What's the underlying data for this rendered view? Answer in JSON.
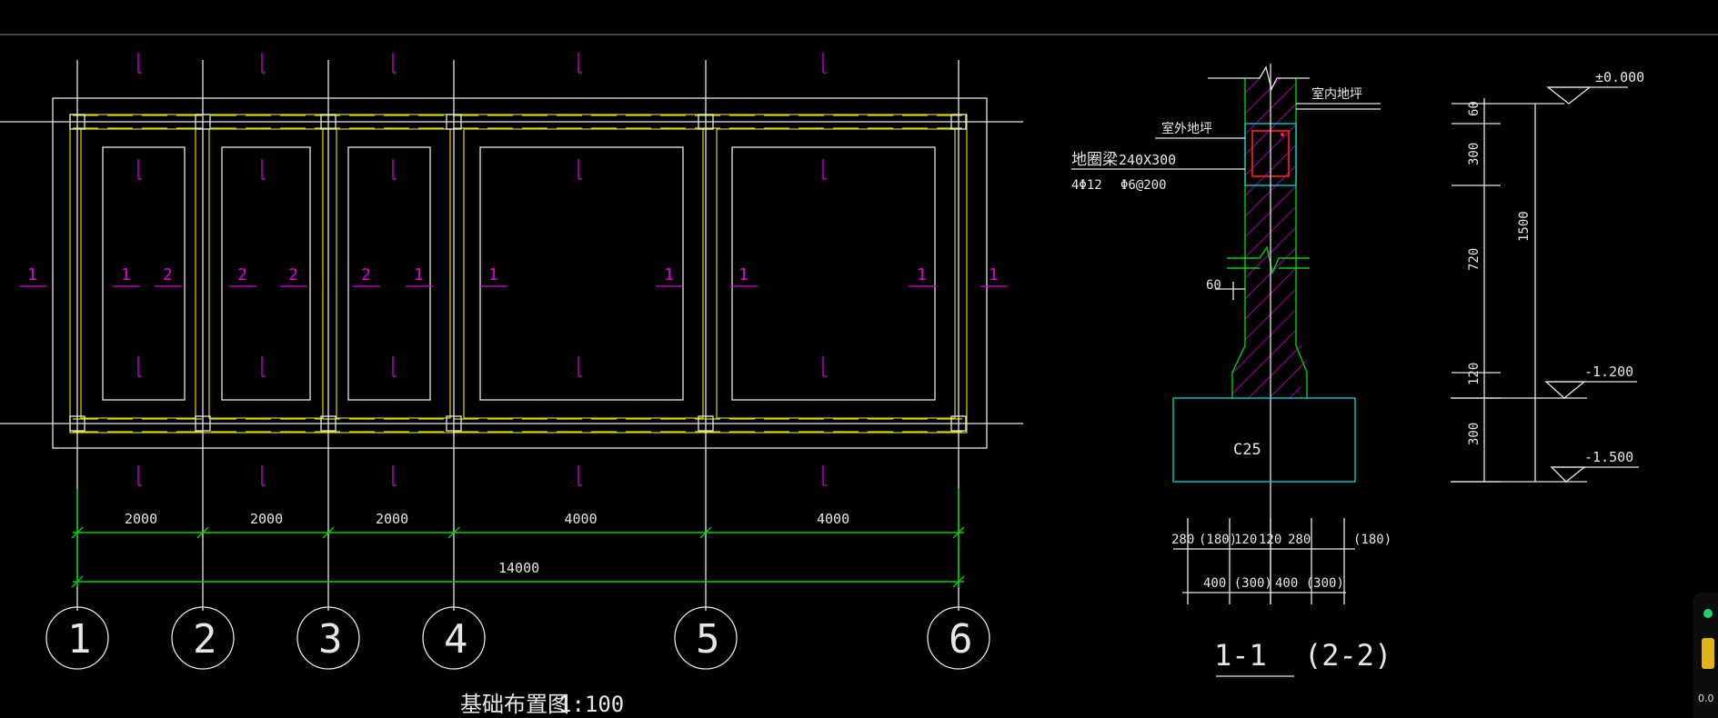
{
  "plan": {
    "title": "基础布置图",
    "scale": "1:100",
    "dims": [
      "2000",
      "2000",
      "2000",
      "4000",
      "4000"
    ],
    "total": "14000",
    "axes": [
      "1",
      "2",
      "3",
      "4",
      "5",
      "6"
    ],
    "sec1": "1",
    "sec2": "2"
  },
  "section": {
    "indoor": "室内地坪",
    "outdoor": "室外地坪",
    "beam_name": "地圈梁",
    "beam_size": "240X300",
    "beam_bars": "4Φ12",
    "beam_stirrup": "Φ6@200",
    "step": "60",
    "concrete": "C25",
    "widths": [
      "280",
      "(180)",
      "120",
      "120",
      "280",
      "(180)"
    ],
    "half_widths": [
      "400 (300)",
      "400 (300)"
    ],
    "label_a": "1-1",
    "label_b": "(2-2)"
  },
  "elevation": {
    "levels": [
      "±0.000",
      "-1.200",
      "-1.500"
    ],
    "segments": [
      "60",
      "300",
      "720",
      "120",
      "300"
    ],
    "total": "1500"
  },
  "colors": {
    "background": "#000000",
    "white": "#e6e6e6",
    "yellow": "#d8d800",
    "green": "#00d000",
    "magenta": "#d800d8",
    "cyan": "#00c8c8",
    "red": "#ff2020"
  },
  "hud": {
    "value": "0.0"
  }
}
